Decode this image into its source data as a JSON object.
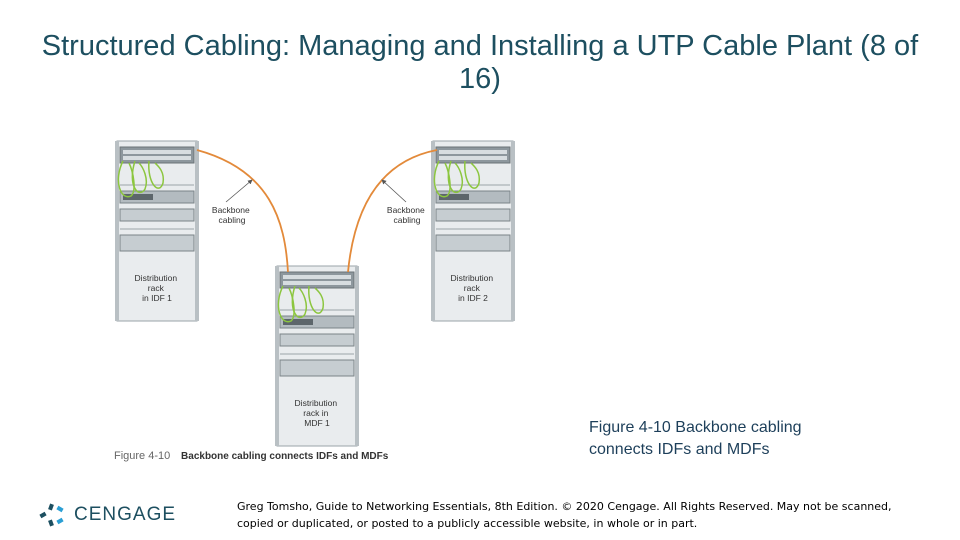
{
  "title": "Structured Cabling: Managing and Installing a UTP Cable Plant (8 of 16)",
  "figure": {
    "label_backbone_left": [
      "Backbone",
      "cabling"
    ],
    "label_backbone_right": [
      "Backbone",
      "cabling"
    ],
    "rack_idf1": [
      "Distribution",
      "rack",
      "in IDF 1"
    ],
    "rack_idf2": [
      "Distribution",
      "rack",
      "in IDF 2"
    ],
    "rack_mdf1": [
      "Distribution",
      "rack in",
      "MDF 1"
    ],
    "caption_number": "Figure 4-10",
    "caption_text": "Backbone cabling connects IDFs and MDFs"
  },
  "caption": "Figure 4-10  Backbone cabling connects IDFs and MDFs",
  "logo": {
    "text": "CENGAGE",
    "colors": {
      "brand": "#1d4f60",
      "accent": "#2b9fd4"
    }
  },
  "footer": "Greg Tomsho, Guide to Networking Essentials, 8th Edition. © 2020 Cengage. All Rights Reserved. May not be scanned, copied or duplicated, or posted to a publicly accessible website, in whole or in part.",
  "colors": {
    "title": "#1d4f60",
    "backbone_cable": "#e38a3a",
    "patch_cable": "#8cc63f"
  }
}
